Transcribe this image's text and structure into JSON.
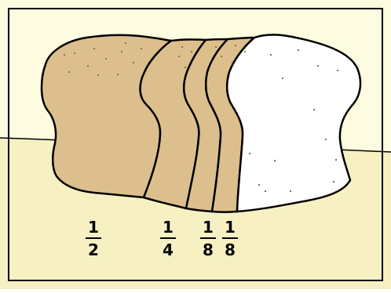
{
  "colors": {
    "background": "#fdfbe0",
    "ground": "#f6f0c3",
    "frame": "#000000",
    "crust": "#dcbf8d",
    "crumb": "#ffffff",
    "outline": "#000000"
  },
  "fractions": [
    {
      "numerator": "1",
      "denominator": "2"
    },
    {
      "numerator": "1",
      "denominator": "4"
    },
    {
      "numerator": "1",
      "denominator": "8"
    },
    {
      "numerator": "1",
      "denominator": "8"
    }
  ]
}
